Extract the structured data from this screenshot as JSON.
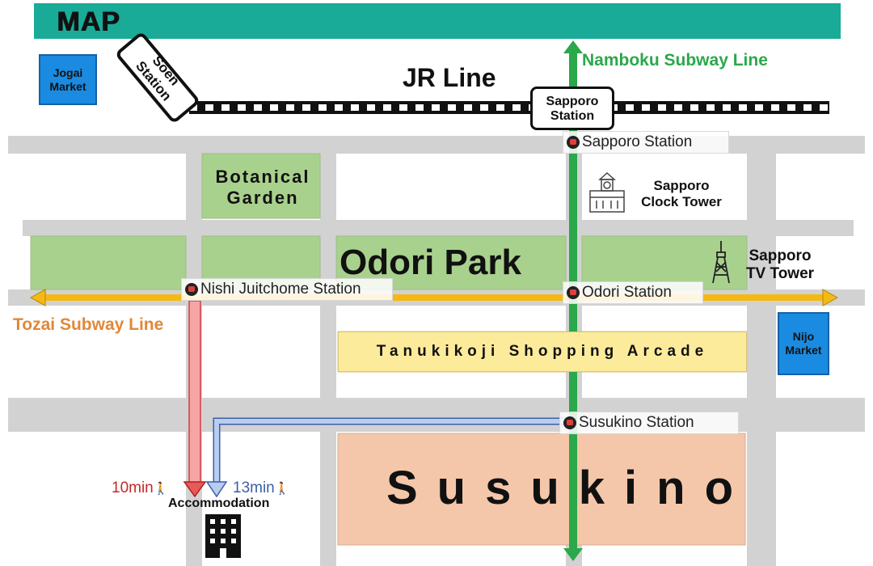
{
  "header": {
    "title": "MAP"
  },
  "colors": {
    "header": "#1aaa98",
    "road": "#d2d2d2",
    "park": "#a9d18e",
    "market": "#1a8be0",
    "namboku_line": "#2aa84a",
    "tozai_line": "#f5b914",
    "susukino": "#f4c7aa",
    "arcade": "#fdeb9c",
    "route_10min": "#e85a5a",
    "route_13min": "#7a9fdc"
  },
  "markets": {
    "jogai": "Jogai Market",
    "nijo": "Nijo Market"
  },
  "stations": {
    "soen": "Soen Station",
    "sapporo_jr": "Sapporo Station",
    "sapporo_subway": "Sapporo Station",
    "odori": "Odori Station",
    "susukino": "Susukino Station",
    "nishi": "Nishi Juitchome Station"
  },
  "lines": {
    "jr": "JR Line",
    "namboku": "Namboku Subway Line",
    "tozai": "Tozai Subway Line"
  },
  "areas": {
    "botanical": "Botanical Garden",
    "odori_park": "Odori Park",
    "tanukikoji": "Tanukikoji Shopping Arcade",
    "susukino": "Susukino"
  },
  "landmarks": {
    "clock_tower": "Sapporo Clock Tower",
    "tv_tower": "Sapporo TV Tower"
  },
  "routes": {
    "walk_10": "10min",
    "walk_13": "13min",
    "destination": "Accommodation"
  },
  "icons": [
    "metro-icon",
    "clock-tower-icon",
    "tv-tower-icon",
    "building-icon",
    "walking-person-icon"
  ]
}
